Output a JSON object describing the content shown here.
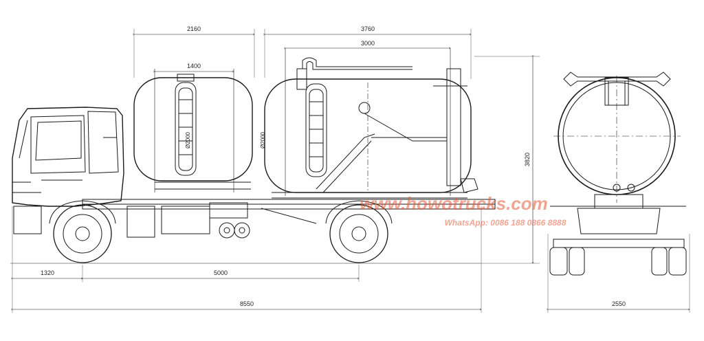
{
  "drawing": {
    "dimensions": {
      "cab_tank_length": "2160",
      "hatch_width": "1400",
      "rear_tank_length": "3760",
      "inner_tank_length": "3000",
      "front_tank_diameter": "Ø2000",
      "rear_tank_diameter": "Ø2000",
      "front_overhang": "1320",
      "wheelbase": "5000",
      "overall_length": "8550",
      "overall_height": "3820",
      "overall_width": "2550"
    },
    "watermark": {
      "site": "www.howotrucks.com",
      "whatsapp": "WhatsApp: 0086 188 0866 8888"
    },
    "colors": {
      "line": "#1a1a1a",
      "watermark": "#e85a3c"
    }
  }
}
